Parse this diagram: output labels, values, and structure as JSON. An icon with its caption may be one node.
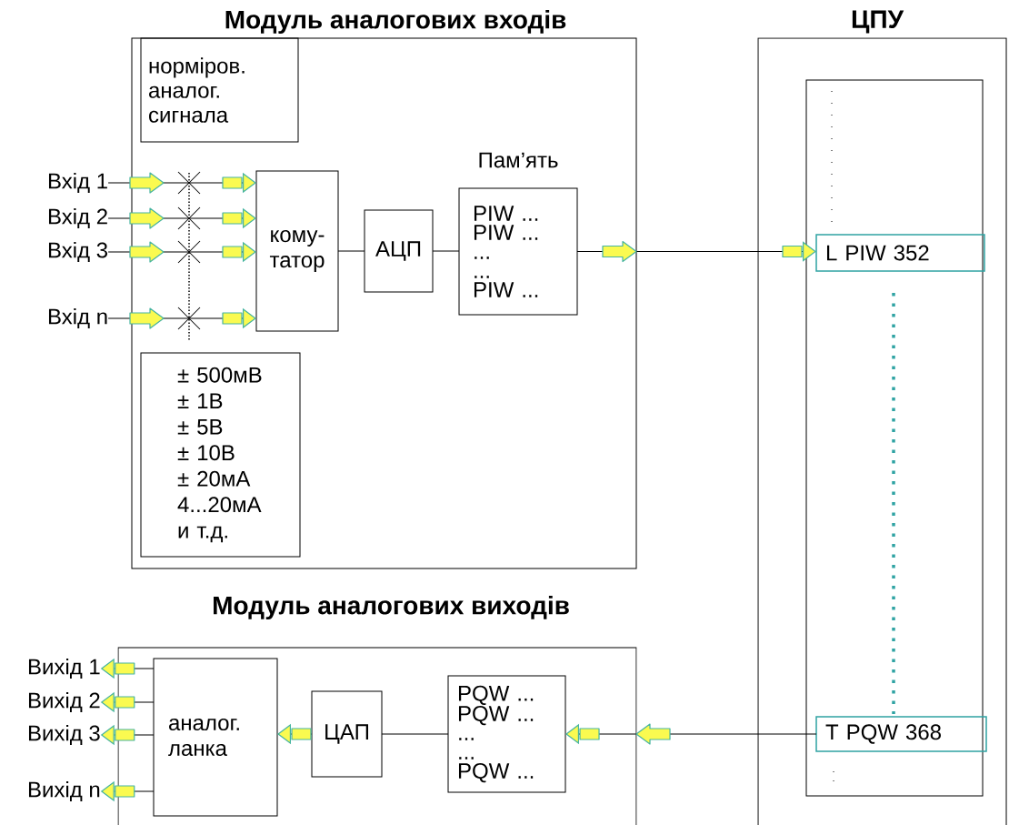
{
  "diagram": {
    "nodes": [
      {
        "text": [
          "Модуль аналогових входів"
        ]
      },
      {
        "text": [
          "норміров. аналог. сигнала"
        ],
        "in": 0
      },
      {
        "text": [
          "Вхід 1"
        ]
      },
      {
        "text": [
          "Вхід 2"
        ]
      },
      {
        "text": [
          "Вхід 3"
        ]
      },
      {
        "text": [
          "Вхід n"
        ]
      },
      {
        "text": [
          "кому- татор"
        ],
        "in": 0
      },
      {
        "text": [
          "АЦП"
        ],
        "in": 0
      },
      {
        "text": [
          "Пам’ять",
          "PIW ...",
          "PIW ...",
          "...",
          "...",
          "PIW ..."
        ],
        "in": 0
      },
      {
        "text": [
          "± 500мВ",
          "± 1В",
          "± 5В",
          "± 10В",
          "± 20мА",
          "4...20мА",
          "и т.д."
        ],
        "in": 0
      },
      {
        "text": [
          "ЦПУ"
        ]
      },
      {
        "text": [],
        "shape": "box",
        "in": 10
      },
      {
        "text": [
          "L  PIW 352"
        ],
        "in": 11
      },
      {
        "text": [
          "T  PQW 368"
        ],
        "in": 11
      },
      {
        "text": [
          "Модуль аналогових виходів"
        ]
      },
      {
        "text": [
          "аналог. ланка"
        ],
        "in": 14
      },
      {
        "text": [
          "ЦАП"
        ],
        "in": 14
      },
      {
        "text": [
          "PQW ...",
          "PQW ...",
          "...",
          "...",
          "PQW ..."
        ],
        "in": 14
      },
      {
        "text": [
          "Вихід 1"
        ]
      },
      {
        "text": [
          "Вихід 2"
        ]
      },
      {
        "text": [
          "Вихід 3"
        ]
      },
      {
        "text": [
          "Вихід n"
        ]
      }
    ],
    "edges": [
      {
        "from": 2,
        "to": 6,
        "arrow": "to"
      },
      {
        "from": 3,
        "to": 6,
        "arrow": "to"
      },
      {
        "from": 4,
        "to": 6,
        "arrow": "to"
      },
      {
        "from": 5,
        "to": 6,
        "arrow": "to"
      },
      {
        "from": 6,
        "to": 7,
        "arrow": "none"
      },
      {
        "from": 7,
        "to": 8,
        "arrow": "none"
      },
      {
        "from": 8,
        "to": 12,
        "arrow": "to"
      },
      {
        "from": 13,
        "to": 17,
        "arrow": "to"
      },
      {
        "from": 17,
        "to": 16,
        "arrow": "none"
      },
      {
        "from": 16,
        "to": 15,
        "arrow": "to"
      },
      {
        "from": 15,
        "to": 18,
        "arrow": "to"
      },
      {
        "from": 15,
        "to": 19,
        "arrow": "to"
      },
      {
        "from": 15,
        "to": 20,
        "arrow": "to"
      },
      {
        "from": 15,
        "to": 21,
        "arrow": "to"
      }
    ]
  }
}
